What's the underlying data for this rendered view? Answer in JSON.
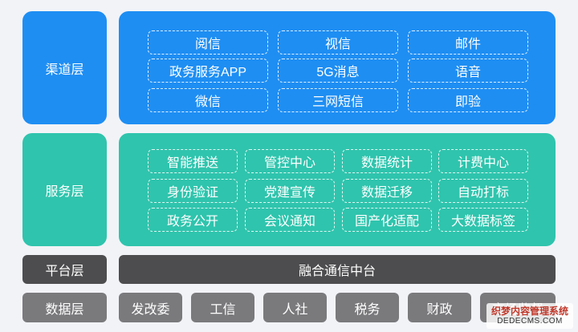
{
  "channel_layer": {
    "label": "渠道层",
    "items": [
      "阅信",
      "视信",
      "邮件",
      "政务服务APP",
      "5G消息",
      "语音",
      "微信",
      "三网短信",
      "即验"
    ]
  },
  "service_layer": {
    "label": "服务层",
    "items": [
      "智能推送",
      "管控中心",
      "数据统计",
      "计费中心",
      "身份验证",
      "党建宣传",
      "数据迁移",
      "自动打标",
      "政务公开",
      "会议通知",
      "国产化适配",
      "大数据标签"
    ]
  },
  "platform_layer": {
    "label": "平台层",
    "content": "融合通信中台"
  },
  "data_layer": {
    "label": "数据层",
    "items": [
      "发改委",
      "工信",
      "人社",
      "税务",
      "财政",
      "市场监督"
    ]
  },
  "watermark": {
    "title": "织梦内容管理系统",
    "url": "DEDECMS.COM"
  },
  "colors": {
    "channel": "#1e8ef3",
    "service": "#2fc4ad",
    "platform": "#4d4d4f",
    "data": "#7a7a7d",
    "background": "#f2f3f7"
  }
}
